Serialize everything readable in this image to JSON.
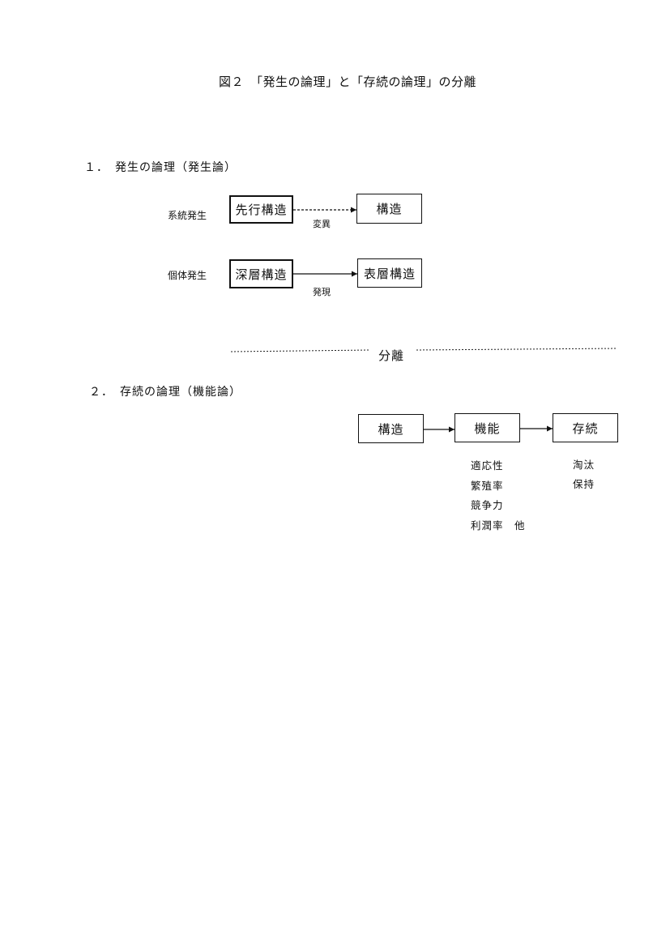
{
  "title": "図２　「発生の論理」と「存続の論理」の分離",
  "section1": {
    "heading": "１．　発生の論理（発生論）",
    "row1": {
      "label": "系統発生",
      "from": "先行構造",
      "to": "構造",
      "edge": "変異"
    },
    "row2": {
      "label": "個体発生",
      "from": "深層構造",
      "to": "表層構造",
      "edge": "発現"
    }
  },
  "separator": {
    "label": "分離"
  },
  "section2": {
    "heading": "２．　存続の論理（機能論）",
    "boxes": [
      "構造",
      "機能",
      "存続"
    ],
    "function_items": [
      "適応性",
      "繁殖率",
      "競争力",
      "利潤率　他"
    ],
    "survival_items": [
      "淘汰",
      "保持"
    ]
  }
}
